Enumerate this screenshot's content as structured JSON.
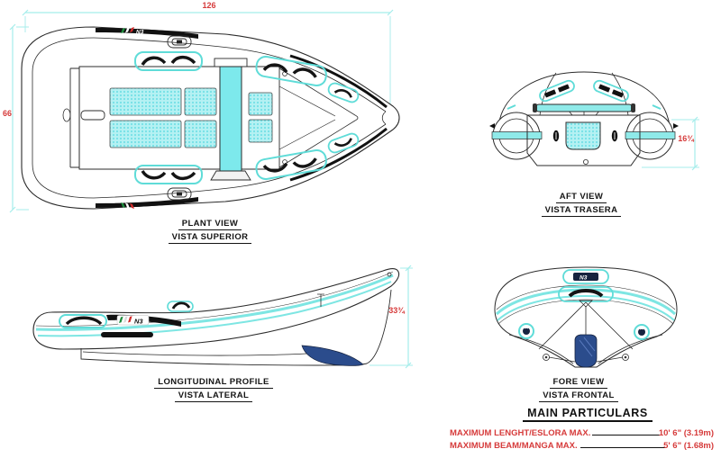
{
  "brand": {
    "text": "N3"
  },
  "plant_view": {
    "label1": "PLANT VIEW",
    "label2": "VISTA SUPERIOR",
    "dim_length": "126",
    "dim_beam": "66"
  },
  "aft_view": {
    "label1": "AFT VIEW",
    "label2": "VISTA TRASERA",
    "dim_height": "16¾"
  },
  "profile_view": {
    "label1": "LONGITUDINAL PROFILE",
    "label2": "VISTA LATERAL",
    "dim_height": "33¾"
  },
  "fore_view": {
    "label1": "FORE VIEW",
    "label2": "VISTA FRONTAL"
  },
  "main_particulars": {
    "title": "MAIN PARTICULARS",
    "rows": [
      {
        "label": "MAXIMUM LENGHT/ESLORA MAX.",
        "value": "10' 6\" (3.19m)"
      },
      {
        "label": "MAXIMUM BEAM/MANGA MAX.",
        "value": "5' 6\" (1.68m)"
      }
    ]
  },
  "colors": {
    "accent_cyan": "#7de7e6",
    "dimension_cyan": "#a5edeb",
    "annotation_red": "#d63b3b",
    "outline_black": "#2b2b2b",
    "keel_navy": "#2b4c8c"
  }
}
